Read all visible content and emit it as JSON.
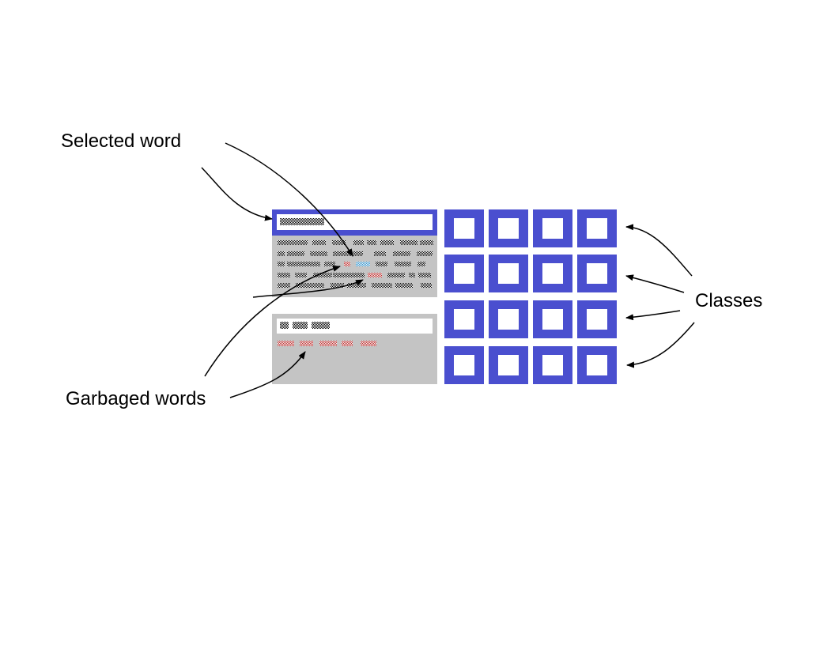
{
  "labels": {
    "selected_word": "Selected word",
    "garbaged_words": "Garbaged words",
    "classes": "Classes"
  },
  "colors": {
    "class_blue": "#4a4fcf",
    "panel_gray": "#c4c4c4",
    "selected_word": "#2f8fc8",
    "garbage_word": "#b72a2a",
    "word_black": "#000000",
    "arrow": "#000000"
  },
  "class_grid": {
    "rows": 4,
    "columns": 4
  }
}
